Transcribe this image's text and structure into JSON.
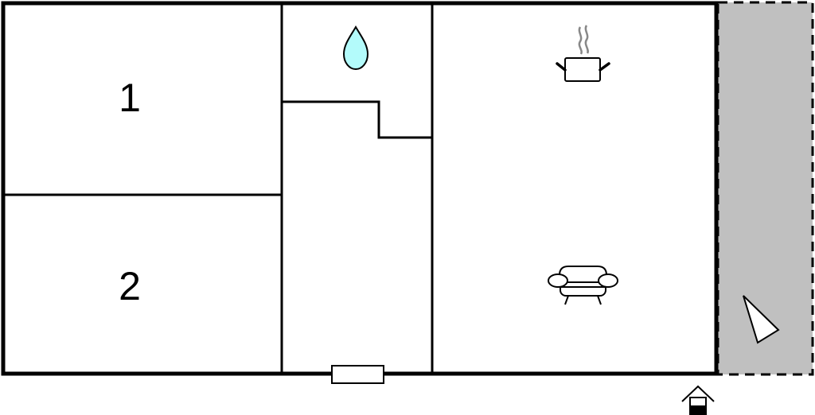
{
  "floorplan": {
    "colors": {
      "wall": "#000000",
      "background": "#ffffff",
      "terrace": "#c0c0c0",
      "water": "#b3fbfb",
      "steam": "#888888"
    },
    "rooms": [
      {
        "id": "bedroom-1",
        "label": "1"
      },
      {
        "id": "bedroom-2",
        "label": "2"
      },
      {
        "id": "bathroom",
        "icon": "water-drop-icon"
      },
      {
        "id": "hallway"
      },
      {
        "id": "kitchen-living",
        "icons": [
          "cooking-pot-icon",
          "sofa-icon"
        ]
      },
      {
        "id": "terrace",
        "icon": "compass-triangle-icon"
      }
    ],
    "symbols": [
      "window",
      "entrance-icon"
    ]
  }
}
